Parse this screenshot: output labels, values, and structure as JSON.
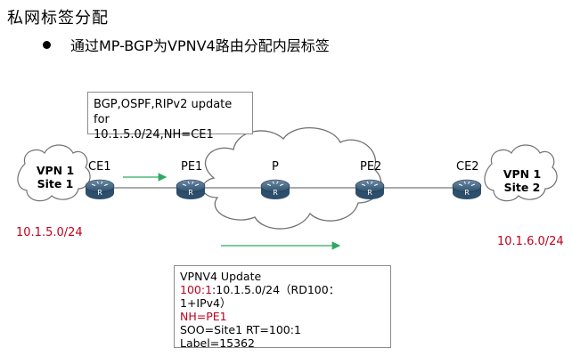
{
  "title": "私网标签分配",
  "bullet": "通过MP-BGP为VPNV4路由分配内层标签",
  "top_box": {
    "line1": "BGP,OSPF,RIPv2 update for",
    "line2": "10.1.5.0/24,NH=CE1"
  },
  "nodes": {
    "ce1": "CE1",
    "pe1": "PE1",
    "p": "P",
    "pe2": "PE2",
    "ce2": "CE2",
    "router_glyph": "R"
  },
  "sites": {
    "left": {
      "line1": "VPN 1",
      "line2": "Site 1",
      "address": "10.1.5.0/24"
    },
    "right": {
      "line1": "VPN 1",
      "line2": "Site 2",
      "address": "10.1.6.0/24"
    }
  },
  "bottom_box": {
    "heading": "VPNV4 Update",
    "route_rd": "100:1",
    "route_rest": ":10.1.5.0/24（RD100：1+IPv4）",
    "nh": "NH=PE1",
    "soo": "SOO=Site1 RT=100:1",
    "label": "Label=15362"
  },
  "colors": {
    "accent_red": "#c0001c",
    "arrow_green": "#2eaa60",
    "router_blue": "#2d4f6c"
  }
}
